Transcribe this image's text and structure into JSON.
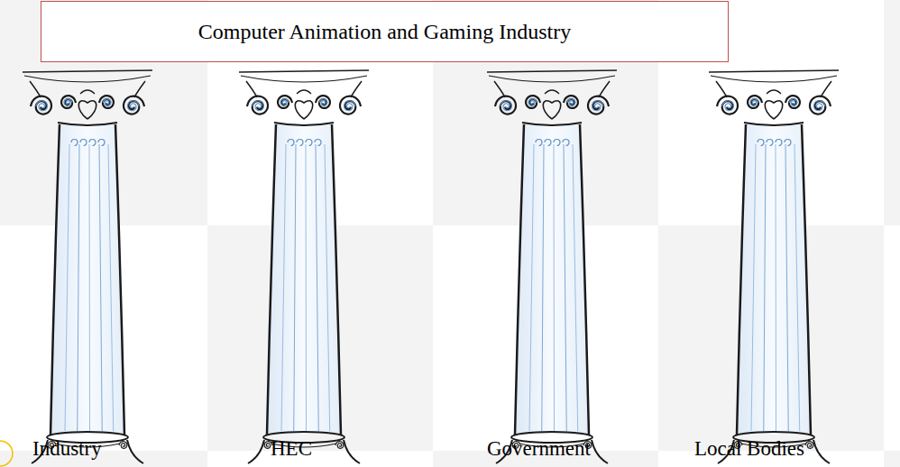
{
  "diagram": {
    "nodes": [
      {
        "text": [
          "Computer Animation and Gaming Industry"
        ]
      }
    ],
    "labels": [
      "Industry",
      "HEC",
      "Government",
      "Local Bodies"
    ]
  }
}
